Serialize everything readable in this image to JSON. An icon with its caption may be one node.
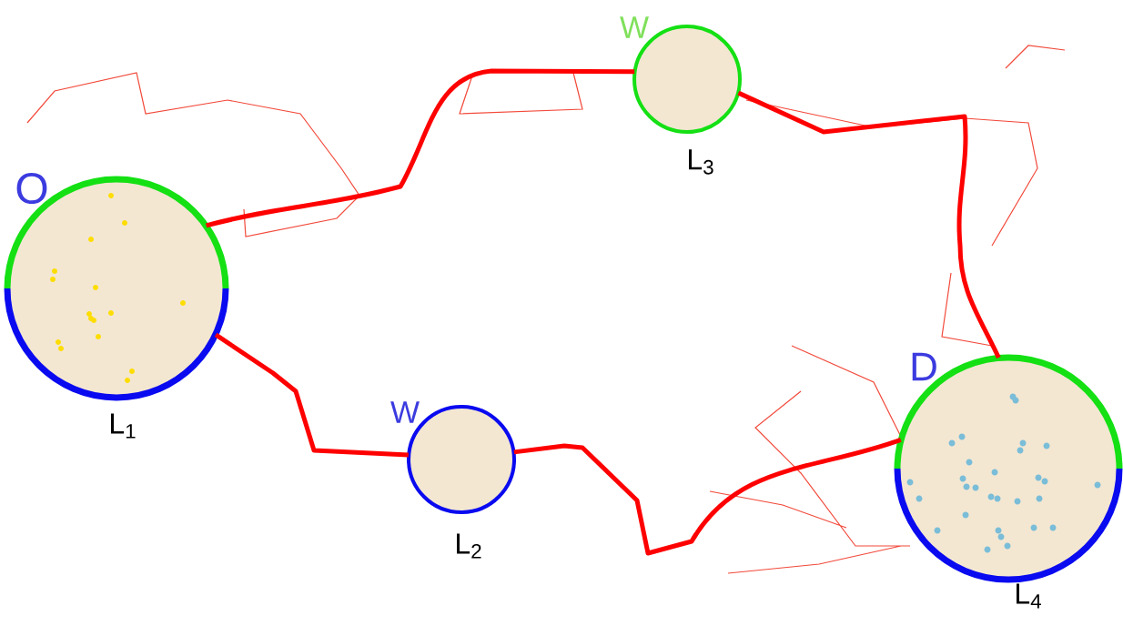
{
  "diagram": {
    "nodes": [
      {
        "text": [
          "O",
          "L$_{1}$"
        ]
      },
      {
        "text": [
          "W",
          "L$_{2}$"
        ]
      },
      {
        "text": [
          "W",
          "L$_{3}$"
        ]
      },
      {
        "text": [
          "D",
          "L$_{4}$"
        ]
      }
    ],
    "edges": [
      {
        "from": 0,
        "to": 2,
        "arrow": "none"
      },
      {
        "from": 0,
        "to": 1,
        "arrow": "none"
      },
      {
        "from": 1,
        "to": 3,
        "arrow": "none"
      },
      {
        "from": 2,
        "to": 3,
        "arrow": "none"
      }
    ]
  }
}
